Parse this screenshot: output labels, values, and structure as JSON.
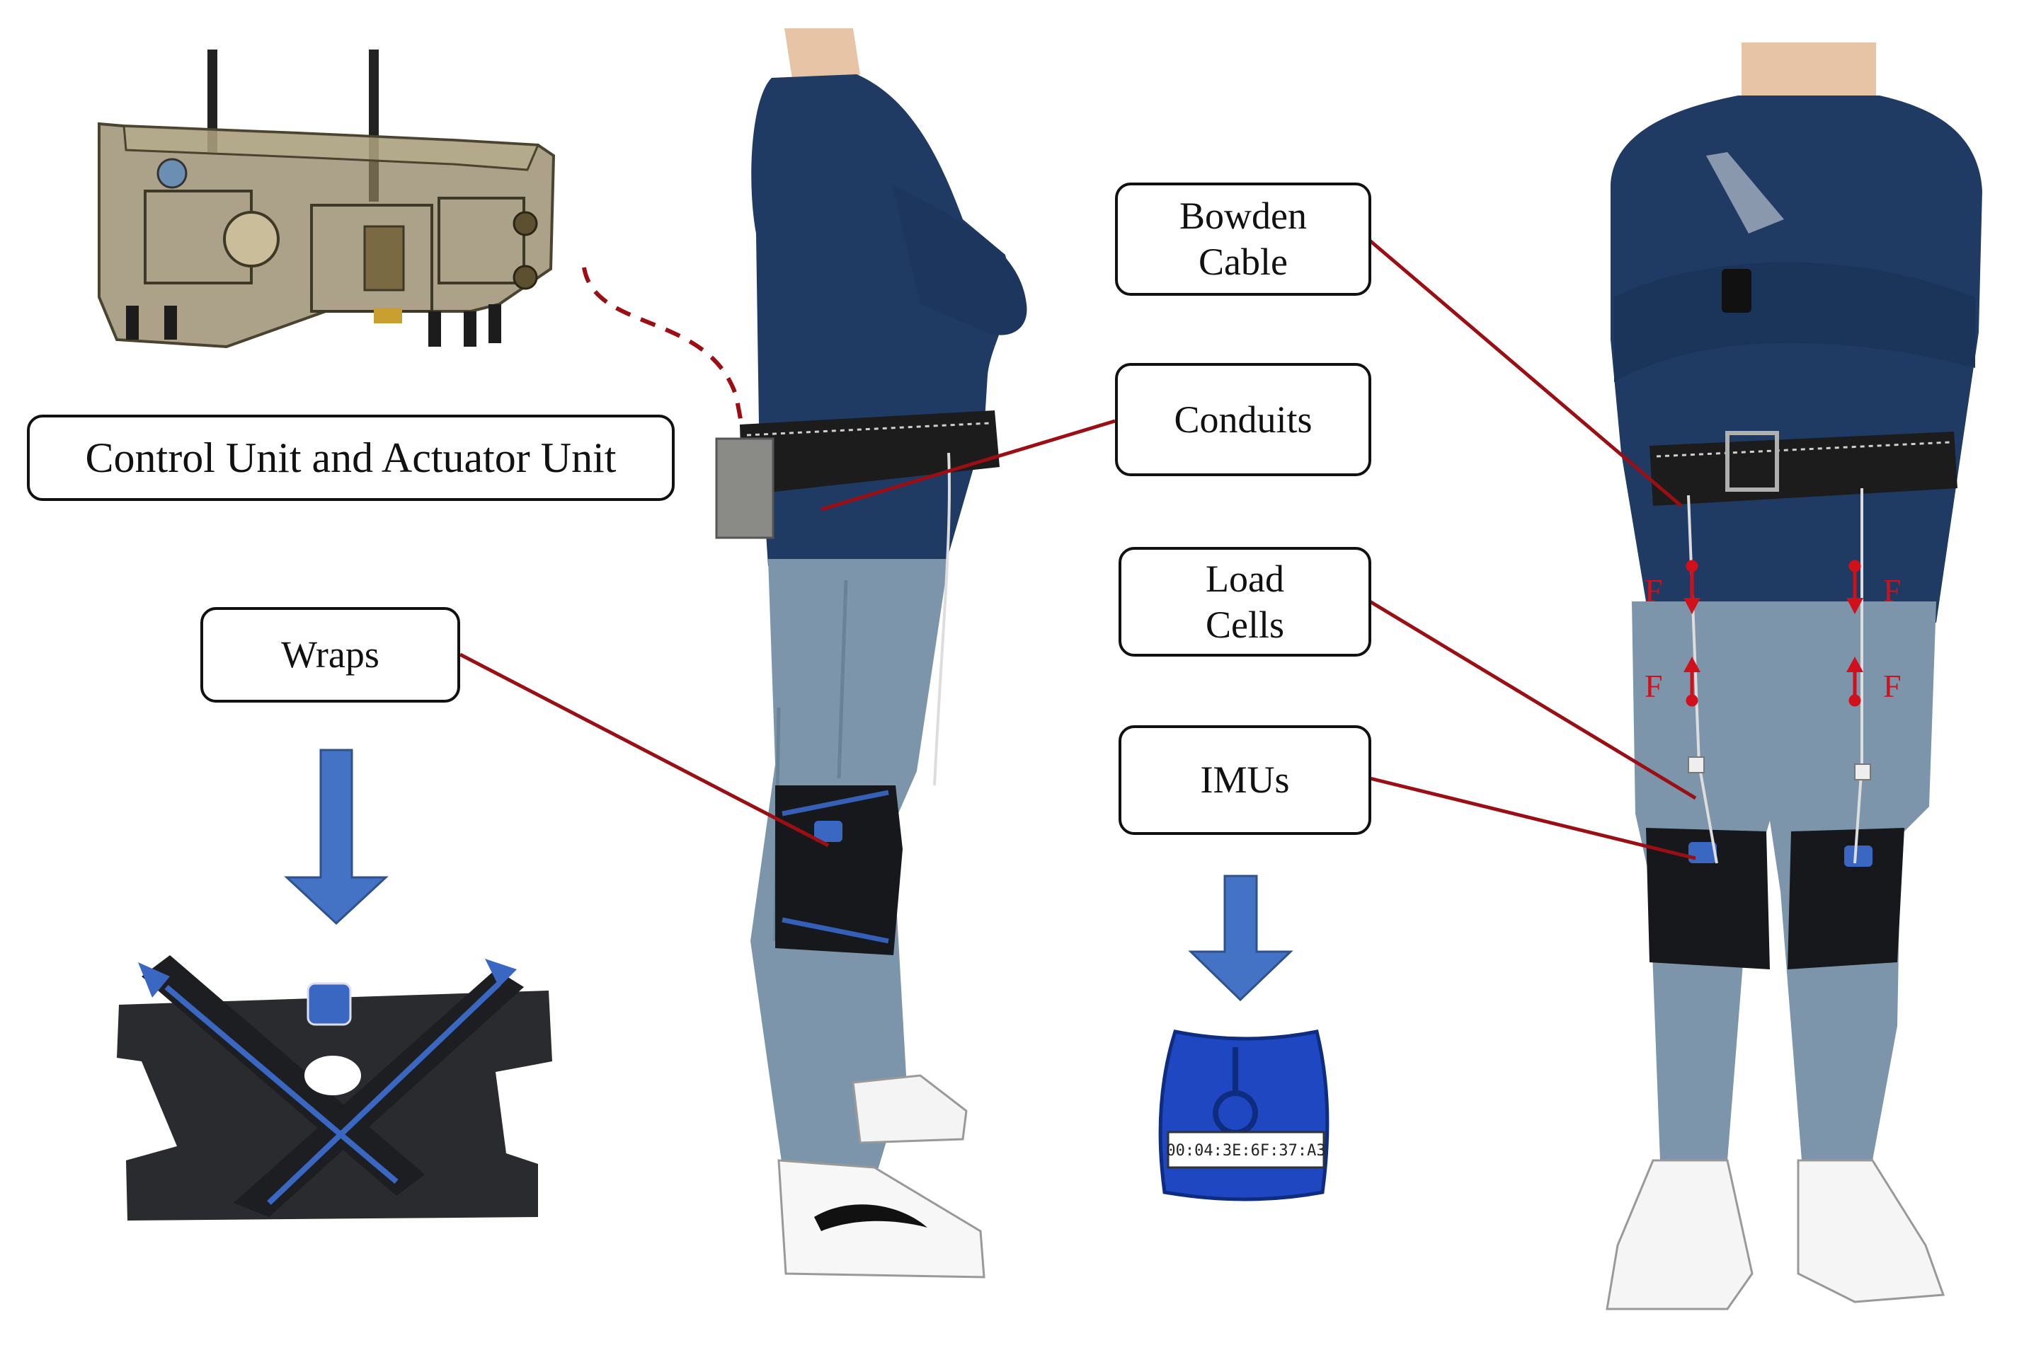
{
  "labels": {
    "control_unit": "Control Unit and Actuator Unit",
    "wraps": "Wraps",
    "bowden_line1": "Bowden",
    "bowden_line2": "Cable",
    "conduits": "Conduits",
    "load_line1": "Load",
    "load_line2": "Cells",
    "imus": "IMUs",
    "force_symbol": "F"
  },
  "imu_device": {
    "mac_label": "00:04:3E:6F:37:A3"
  },
  "colors": {
    "leader_line": "#9b0f14",
    "arrow_fill": "#4472c4",
    "force_marker": "#d0101a",
    "shirt": "#1f3a63",
    "jeans": "#7d95aa",
    "belt": "#1c1c1c"
  }
}
